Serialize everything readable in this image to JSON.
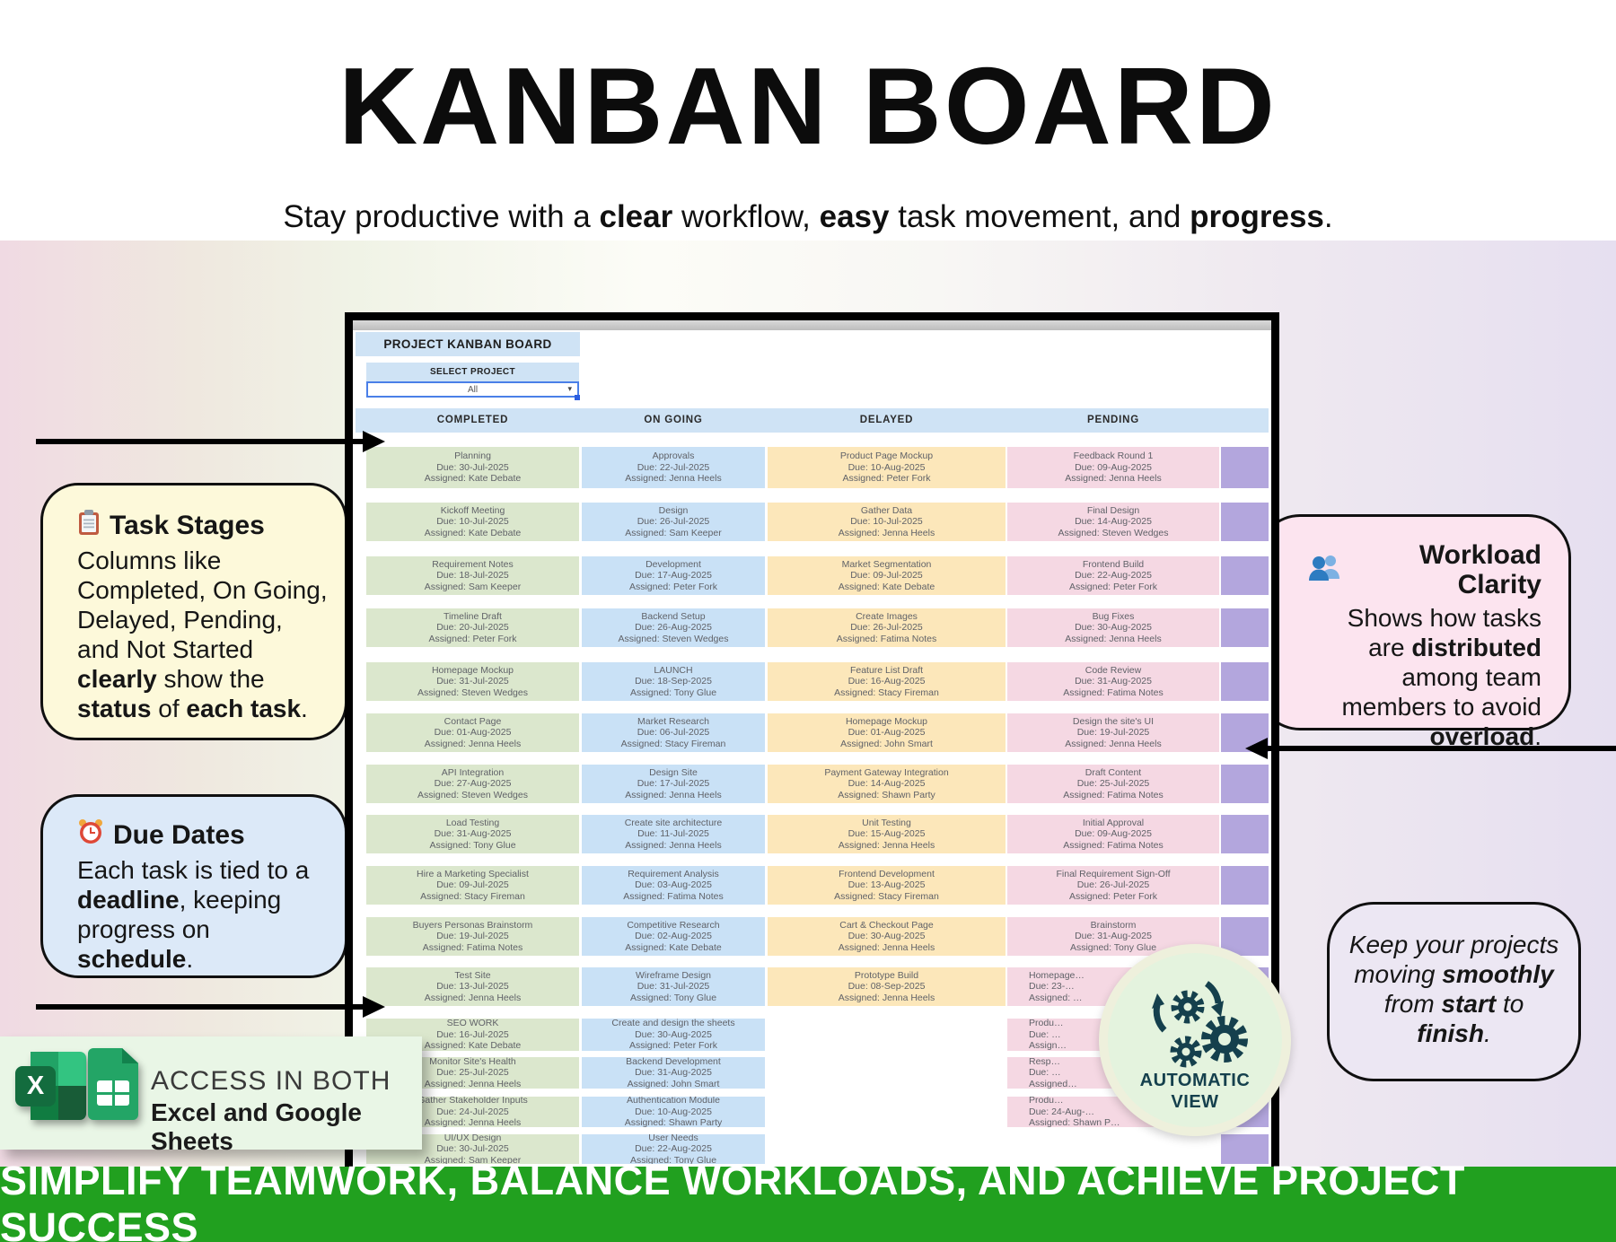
{
  "page_title": "KANBAN BOARD",
  "subtitle": [
    {
      "t": "Stay productive with a "
    },
    {
      "b": "clear"
    },
    {
      "t": " workflow, "
    },
    {
      "b": "easy"
    },
    {
      "t": " task movement, and "
    },
    {
      "b": "progress"
    },
    {
      "t": "."
    }
  ],
  "board": {
    "window_title": "PROJECT KANBAN BOARD",
    "select_project": {
      "label": "SELECT PROJECT",
      "value": "All",
      "caret_icon": "▾"
    },
    "columns": [
      {
        "name": "COMPLETED",
        "color": "#dbe7cd",
        "cell_count": 15,
        "tasks": [
          [
            "Planning",
            "Due: 30-Jul-2025",
            "Assigned: Kate Debate"
          ],
          [
            "Kickoff Meeting",
            "Due: 10-Jul-2025",
            "Assigned: Kate Debate"
          ],
          [
            "Requirement Notes",
            "Due: 18-Jul-2025",
            "Assigned: Sam Keeper"
          ],
          [
            "Timeline Draft",
            "Due: 20-Jul-2025",
            "Assigned: Peter Fork"
          ],
          [
            "Homepage Mockup",
            "Due: 31-Jul-2025",
            "Assigned: Steven Wedges"
          ],
          [
            "Contact Page",
            "Due: 01-Aug-2025",
            "Assigned: Jenna Heels"
          ],
          [
            "API Integration",
            "Due: 27-Aug-2025",
            "Assigned: Steven Wedges"
          ],
          [
            "Load Testing",
            "Due: 31-Aug-2025",
            "Assigned: Tony Glue"
          ],
          [
            "Hire a Marketing Specialist",
            "Due: 09-Jul-2025",
            "Assigned: Stacy Fireman"
          ],
          [
            "Buyers Personas Brainstorm",
            "Due: 19-Jul-2025",
            "Assigned: Fatima Notes"
          ],
          [
            "Test Site",
            "Due: 13-Jul-2025",
            "Assigned: Jenna Heels"
          ],
          [
            "SEO WORK",
            "Due: 16-Jul-2025",
            "Assigned: Kate Debate"
          ],
          [
            "Monitor Site's Health",
            "Due: 25-Jul-2025",
            "Assigned: Jenna Heels"
          ],
          [
            "Gather Stakeholder Inputs",
            "Due: 24-Jul-2025",
            "Assigned: Jenna Heels"
          ],
          [
            "UI/UX Design",
            "Due: 30-Jul-2025",
            "Assigned: Sam Keeper"
          ]
        ]
      },
      {
        "name": "ON GOING",
        "color": "#c9e1f6",
        "cell_count": 15,
        "tasks": [
          [
            "Approvals",
            "Due: 22-Jul-2025",
            "Assigned: Jenna Heels"
          ],
          [
            "Design",
            "Due: 26-Jul-2025",
            "Assigned: Sam Keeper"
          ],
          [
            "Development",
            "Due: 17-Aug-2025",
            "Assigned: Peter Fork"
          ],
          [
            "Backend Setup",
            "Due: 26-Aug-2025",
            "Assigned: Steven Wedges"
          ],
          [
            "LAUNCH",
            "Due: 18-Sep-2025",
            "Assigned: Tony Glue"
          ],
          [
            "Market Research",
            "Due: 06-Jul-2025",
            "Assigned: Stacy Fireman"
          ],
          [
            "Design Site",
            "Due: 17-Jul-2025",
            "Assigned: Jenna Heels"
          ],
          [
            "Create site architecture",
            "Due: 11-Jul-2025",
            "Assigned: Jenna Heels"
          ],
          [
            "Requirement Analysis",
            "Due: 03-Aug-2025",
            "Assigned: Fatima Notes"
          ],
          [
            "Competitive Research",
            "Due: 02-Aug-2025",
            "Assigned: Kate Debate"
          ],
          [
            "Wireframe Design",
            "Due: 31-Jul-2025",
            "Assigned: Tony Glue"
          ],
          [
            "Create and design the sheets",
            "Due: 30-Aug-2025",
            "Assigned: Peter Fork"
          ],
          [
            "Backend Development",
            "Due: 31-Aug-2025",
            "Assigned: John Smart"
          ],
          [
            "Authentication Module",
            "Due: 10-Aug-2025",
            "Assigned: Shawn Party"
          ],
          [
            "User Needs",
            "Due: 22-Aug-2025",
            "Assigned: Tony Glue"
          ]
        ]
      },
      {
        "name": "DELAYED",
        "color": "#fce7ba",
        "cell_count": 11,
        "tasks": [
          [
            "Product Page Mockup",
            "Due: 10-Aug-2025",
            "Assigned: Peter Fork"
          ],
          [
            "Gather Data",
            "Due: 10-Jul-2025",
            "Assigned: Jenna Heels"
          ],
          [
            "Market Segmentation",
            "Due: 09-Jul-2025",
            "Assigned: Kate Debate"
          ],
          [
            "Create Images",
            "Due: 26-Jul-2025",
            "Assigned: Fatima Notes"
          ],
          [
            "Feature List Draft",
            "Due: 16-Aug-2025",
            "Assigned: Stacy Fireman"
          ],
          [
            "Homepage Mockup",
            "Due: 01-Aug-2025",
            "Assigned: John Smart"
          ],
          [
            "Payment Gateway Integration",
            "Due: 14-Aug-2025",
            "Assigned: Shawn Party"
          ],
          [
            "Unit Testing",
            "Due: 15-Aug-2025",
            "Assigned: Jenna Heels"
          ],
          [
            "Frontend Development",
            "Due: 13-Aug-2025",
            "Assigned: Stacy Fireman"
          ],
          [
            "Cart & Checkout Page",
            "Due: 30-Aug-2025",
            "Assigned: Jenna Heels"
          ],
          [
            "Prototype Build",
            "Due: 08-Sep-2025",
            "Assigned: Jenna Heels"
          ]
        ]
      },
      {
        "name": "PENDING",
        "color": "#f5d8e3",
        "cell_count": 14,
        "truncated_rows": [
          10,
          11,
          12,
          13
        ],
        "tasks": [
          [
            "Feedback Round 1",
            "Due: 09-Aug-2025",
            "Assigned: Jenna Heels"
          ],
          [
            "Final Design",
            "Due: 14-Aug-2025",
            "Assigned: Steven Wedges"
          ],
          [
            "Frontend Build",
            "Due: 22-Aug-2025",
            "Assigned: Peter Fork"
          ],
          [
            "Bug Fixes",
            "Due: 30-Aug-2025",
            "Assigned: Jenna Heels"
          ],
          [
            "Code Review",
            "Due: 31-Aug-2025",
            "Assigned: Fatima Notes"
          ],
          [
            "Design the site's UI",
            "Due: 19-Jul-2025",
            "Assigned: Jenna Heels"
          ],
          [
            "Draft Content",
            "Due: 25-Jul-2025",
            "Assigned: Fatima Notes"
          ],
          [
            "Initial Approval",
            "Due: 09-Aug-2025",
            "Assigned: Fatima Notes"
          ],
          [
            "Final Requirement Sign-Off",
            "Due: 26-Jul-2025",
            "Assigned: Peter Fork"
          ],
          [
            "Brainstorm",
            "Due: 31-Aug-2025",
            "Assigned: Tony Glue"
          ],
          [
            "Homepage…",
            "Due: 23-…",
            "Assigned: …"
          ],
          [
            "Produ…",
            "Due: …",
            "Assign…"
          ],
          [
            "Resp…",
            "Due: …",
            "Assigned…"
          ],
          [
            "Produ…",
            "Due: 24-Aug-…",
            "Assigned: Shawn P…"
          ]
        ]
      },
      {
        "name": "",
        "color": "#b3a6dd",
        "cell_count": 15,
        "tasks": []
      }
    ]
  },
  "callouts": {
    "task_stages": {
      "icon": "clipboard-icon",
      "title": "Task Stages",
      "body": [
        {
          "t": "Columns like Completed, On Going, Delayed, Pending, and Not Started "
        },
        {
          "b": "clearly"
        },
        {
          "t": " show the "
        },
        {
          "b": "status"
        },
        {
          "t": " of "
        },
        {
          "b": "each task"
        },
        {
          "t": "."
        }
      ]
    },
    "due_dates": {
      "icon": "alarm-clock-icon",
      "title": "Due Dates",
      "body": [
        {
          "t": "Each task is tied to a "
        },
        {
          "b": "deadline"
        },
        {
          "t": ", keeping progress on "
        },
        {
          "b": "schedule"
        },
        {
          "t": "."
        }
      ]
    },
    "workload": {
      "icon": "people-icon",
      "title": "Workload Clarity",
      "body": [
        {
          "t": "Shows how tasks are "
        },
        {
          "b": "distributed"
        },
        {
          "t": " among team members to avoid "
        },
        {
          "b": "overload"
        },
        {
          "t": "."
        }
      ]
    },
    "keep": {
      "body": [
        {
          "i": "Keep your projects moving "
        },
        {
          "bi": "smoothly"
        },
        {
          "i": " from "
        },
        {
          "bi": "start"
        },
        {
          "i": " to "
        },
        {
          "bi": "finish"
        },
        {
          "i": "."
        }
      ]
    }
  },
  "access": {
    "line1": "ACCESS IN BOTH",
    "line2": "Excel and Google Sheets",
    "icons": [
      "excel-icon",
      "google-sheets-icon"
    ]
  },
  "badge": {
    "icon": "gears-sync-icon",
    "line1": "AUTOMATIC",
    "line2": "VIEW"
  },
  "footer_banner": "SIMPLIFY TEAMWORK, BALANCE WORKLOADS, AND ACHIEVE PROJECT SUCCESS",
  "colors": {
    "banner_green": "#21a01f",
    "header_blue": "#cfe3f5",
    "completed_green": "#dbe7cd",
    "ongoing_blue": "#c9e1f6",
    "delayed_yellow": "#fce7ba",
    "pending_pink": "#f5d8e3",
    "not_started_purple": "#b3a6dd",
    "badge_fill": "#e4f3de",
    "badge_icon": "#15404d"
  }
}
